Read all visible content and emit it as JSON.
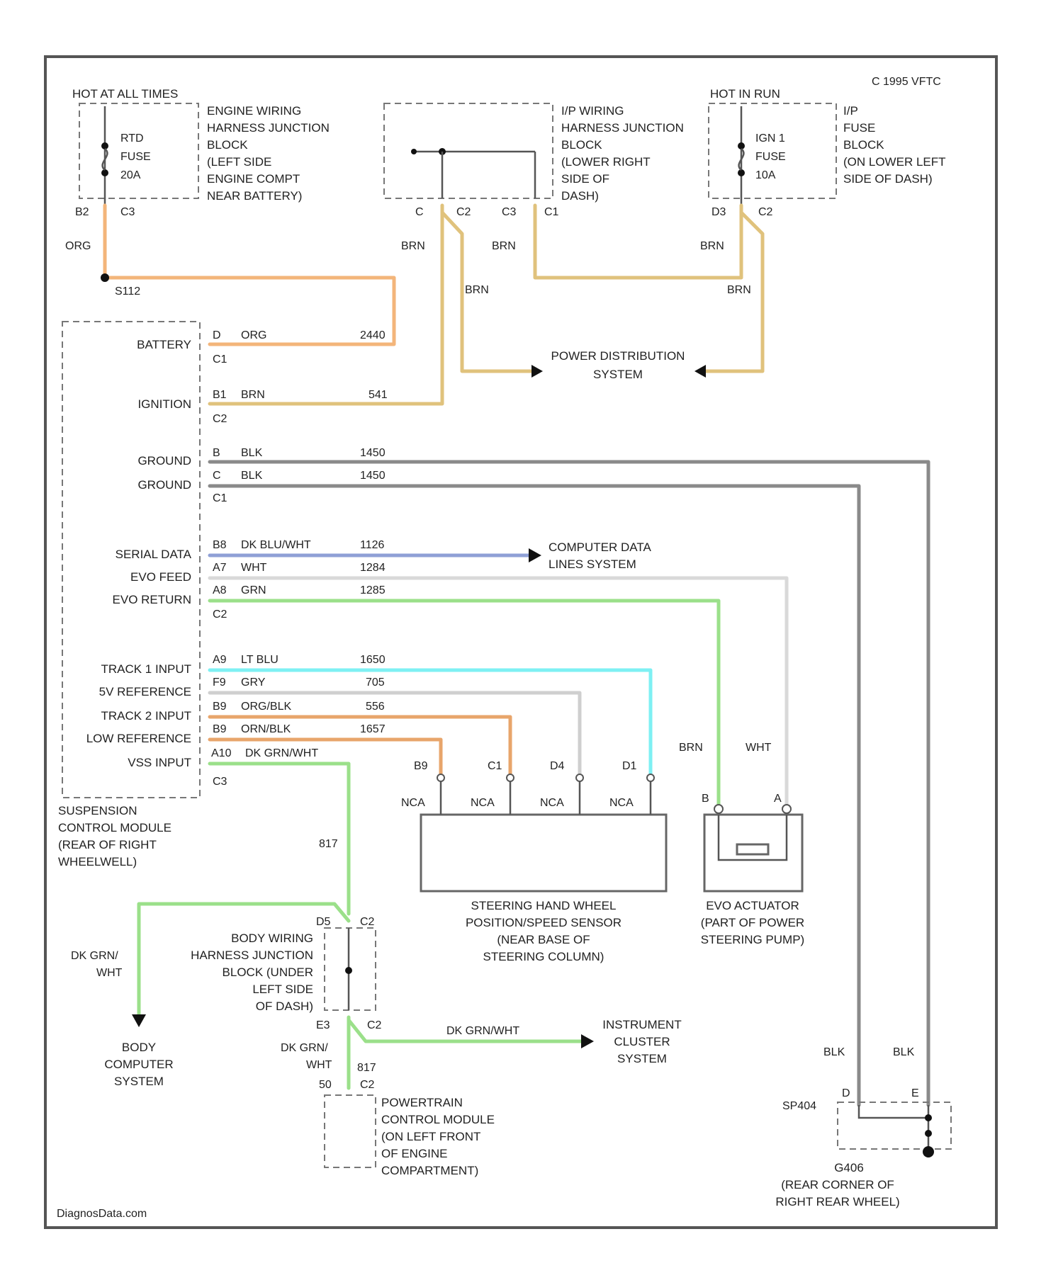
{
  "colors": {
    "orange": "#f3b57a",
    "tan": "#e0c27c",
    "gray": "#8a8a8a",
    "blue": "#8fa0d6",
    "white_wire": "#d9d9d9",
    "green": "#9be08a",
    "cyan": "#7ef0f3",
    "salmon": "#e8a56b",
    "frame": "#555555"
  },
  "header": {
    "copyright": "C 1995 VFTC"
  },
  "power": {
    "hot_at_all_times": "HOT AT ALL TIMES",
    "hot_in_run": "HOT IN RUN",
    "fuse_left": [
      "RTD",
      "FUSE",
      "20A"
    ],
    "fuse_right": [
      "IGN 1",
      "FUSE",
      "10A"
    ],
    "engine_junction": [
      "ENGINE WIRING",
      "HARNESS JUNCTION",
      "BLOCK",
      "(LEFT SIDE",
      "ENGINE COMPT",
      "NEAR BATTERY)"
    ],
    "ip_junction": [
      "I/P WIRING",
      "HARNESS JUNCTION",
      "BLOCK",
      "(LOWER RIGHT",
      "SIDE OF",
      "DASH)"
    ],
    "ip_fuse_block": [
      "I/P",
      "FUSE",
      "BLOCK",
      "(ON LOWER LEFT",
      "SIDE OF DASH)"
    ],
    "pin_b2": "B2",
    "pin_c3": "C3",
    "pin_c": "C",
    "pin_c2": "C2",
    "pin_c3b": "C3",
    "pin_c1": "C1",
    "pin_d3": "D3",
    "pin_c2b": "C2",
    "wire_org": "ORG",
    "wire_brn": "BRN",
    "splice": "S112",
    "power_distribution": [
      "POWER DISTRIBUTION",
      "SYSTEM"
    ]
  },
  "module": {
    "name": [
      "SUSPENSION",
      "CONTROL MODULE",
      "(REAR OF RIGHT",
      "WHEELWELL)"
    ],
    "pins": [
      {
        "label": "BATTERY",
        "pin": "D",
        "color": "ORG",
        "circuit": "2440",
        "conn": "C1"
      },
      {
        "label": "IGNITION",
        "pin": "B1",
        "color": "BRN",
        "circuit": "541",
        "conn": "C2"
      },
      {
        "label": "GROUND",
        "pin": "B",
        "color": "BLK",
        "circuit": "1450",
        "conn": ""
      },
      {
        "label": "GROUND",
        "pin": "C",
        "color": "BLK",
        "circuit": "1450",
        "conn": "C1"
      },
      {
        "label": "SERIAL DATA",
        "pin": "B8",
        "color": "DK BLU/WHT",
        "circuit": "1126",
        "conn": ""
      },
      {
        "label": "EVO FEED",
        "pin": "A7",
        "color": "WHT",
        "circuit": "1284",
        "conn": ""
      },
      {
        "label": "EVO RETURN",
        "pin": "A8",
        "color": "GRN",
        "circuit": "1285",
        "conn": "C2"
      },
      {
        "label": "TRACK 1 INPUT",
        "pin": "A9",
        "color": "LT BLU",
        "circuit": "1650",
        "conn": ""
      },
      {
        "label": "5V REFERENCE",
        "pin": "F9",
        "color": "GRY",
        "circuit": "705",
        "conn": ""
      },
      {
        "label": "TRACK 2 INPUT",
        "pin": "B9",
        "color": "ORG/BLK",
        "circuit": "556",
        "conn": ""
      },
      {
        "label": "LOW REFERENCE",
        "pin": "B9",
        "color": "ORN/BLK",
        "circuit": "1657",
        "conn": ""
      },
      {
        "label": "VSS INPUT",
        "pin": "A10",
        "color": "DK GRN/WHT",
        "circuit": "817",
        "conn": "C3"
      }
    ]
  },
  "destinations": {
    "computer_data": [
      "COMPUTER DATA",
      "LINES SYSTEM"
    ],
    "instrument_cluster": [
      "INSTRUMENT",
      "CLUSTER",
      "SYSTEM"
    ],
    "body_computer": [
      "BODY",
      "COMPUTER",
      "SYSTEM"
    ]
  },
  "sensor": {
    "pins": [
      "B9",
      "C1",
      "D4",
      "D1"
    ],
    "nca": "NCA",
    "name": [
      "STEERING HAND WHEEL",
      "POSITION/SPEED SENSOR",
      "(NEAR BASE OF",
      "STEERING COLUMN)"
    ]
  },
  "actuator": {
    "wire_grn": "BRN",
    "wire_wht": "WHT",
    "pin_b": "B",
    "pin_a": "A",
    "name": [
      "EVO ACTUATOR",
      "(PART OF POWER",
      "STEERING PUMP)"
    ]
  },
  "body_junction": {
    "name": [
      "BODY WIRING",
      "HARNESS JUNCTION",
      "BLOCK (UNDER",
      "LEFT SIDE",
      "OF DASH)"
    ],
    "pin_d5": "D5",
    "pin_c2": "C2",
    "pin_e3": "E3",
    "pin_c2b": "C2",
    "pin_50": "50",
    "pin_c2c": "C2",
    "circuit_817": "817",
    "circuit_817b": "817",
    "wire_dkgrn_wht": [
      "DK GRN/",
      "WHT"
    ],
    "wire_dkgrn_wht2": [
      "DK GRN/",
      "WHT"
    ],
    "wire_to_cluster": "DK GRN/WHT"
  },
  "pcm": {
    "name": [
      "POWERTRAIN",
      "CONTROL MODULE",
      "(ON LEFT FRONT",
      "OF ENGINE",
      "COMPARTMENT)"
    ]
  },
  "ground": {
    "blk1": "BLK",
    "blk2": "BLK",
    "pin_d": "D",
    "pin_e": "E",
    "splice": "SP404",
    "name": [
      "G406",
      "(REAR CORNER OF",
      "RIGHT REAR WHEEL)"
    ]
  },
  "footer": {
    "watermark": "DiagnosData.com"
  }
}
